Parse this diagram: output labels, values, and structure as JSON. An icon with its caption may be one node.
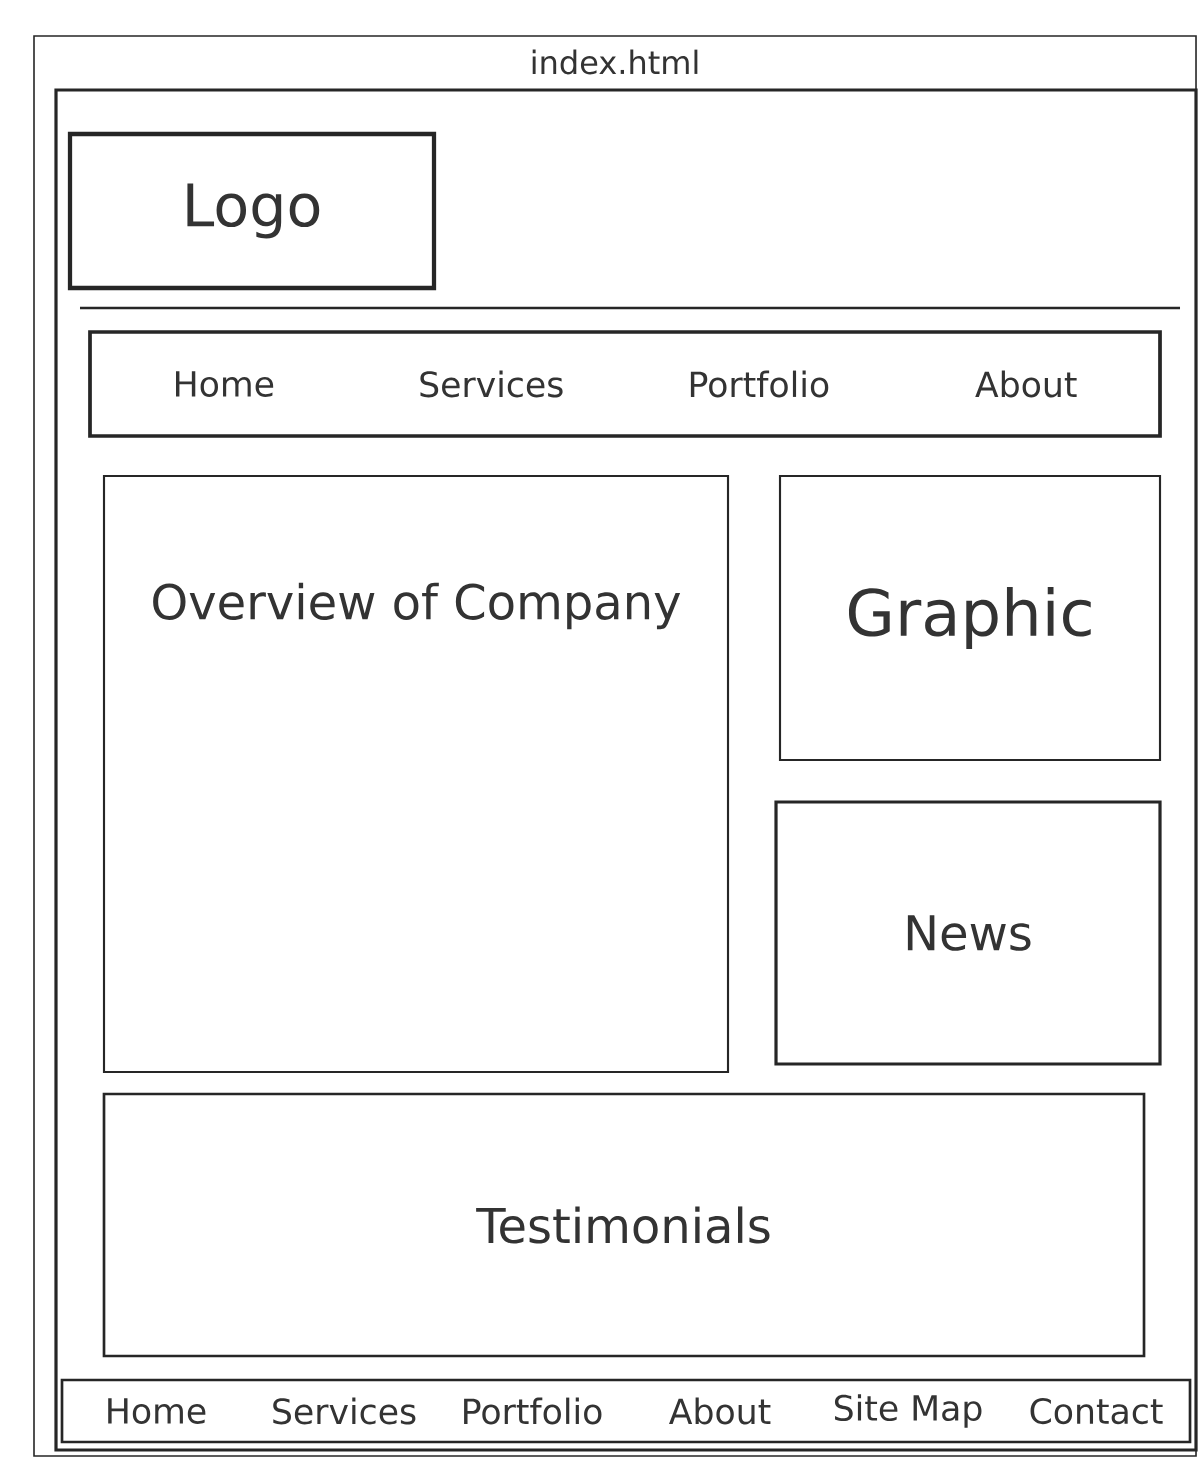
{
  "diagram": {
    "nodes": [
      {
        "text": [
          "index.html"
        ]
      },
      {
        "text": [],
        "shape": "box",
        "in": 0
      },
      {
        "text": [
          "Logo"
        ],
        "in": 1
      },
      {
        "text": [
          "Home",
          "Services",
          "Portfolio",
          "About"
        ],
        "in": 1
      },
      {
        "text": [
          "Overview of Company"
        ],
        "in": 1
      },
      {
        "text": [
          "Graphic"
        ],
        "in": 1
      },
      {
        "text": [
          "News"
        ],
        "in": 1
      },
      {
        "text": [
          "Testimonials"
        ],
        "in": 1
      },
      {
        "text": [
          "Home",
          "Services",
          "Portfolio",
          "About",
          "Site Map",
          "Contact"
        ],
        "in": 1
      }
    ]
  }
}
